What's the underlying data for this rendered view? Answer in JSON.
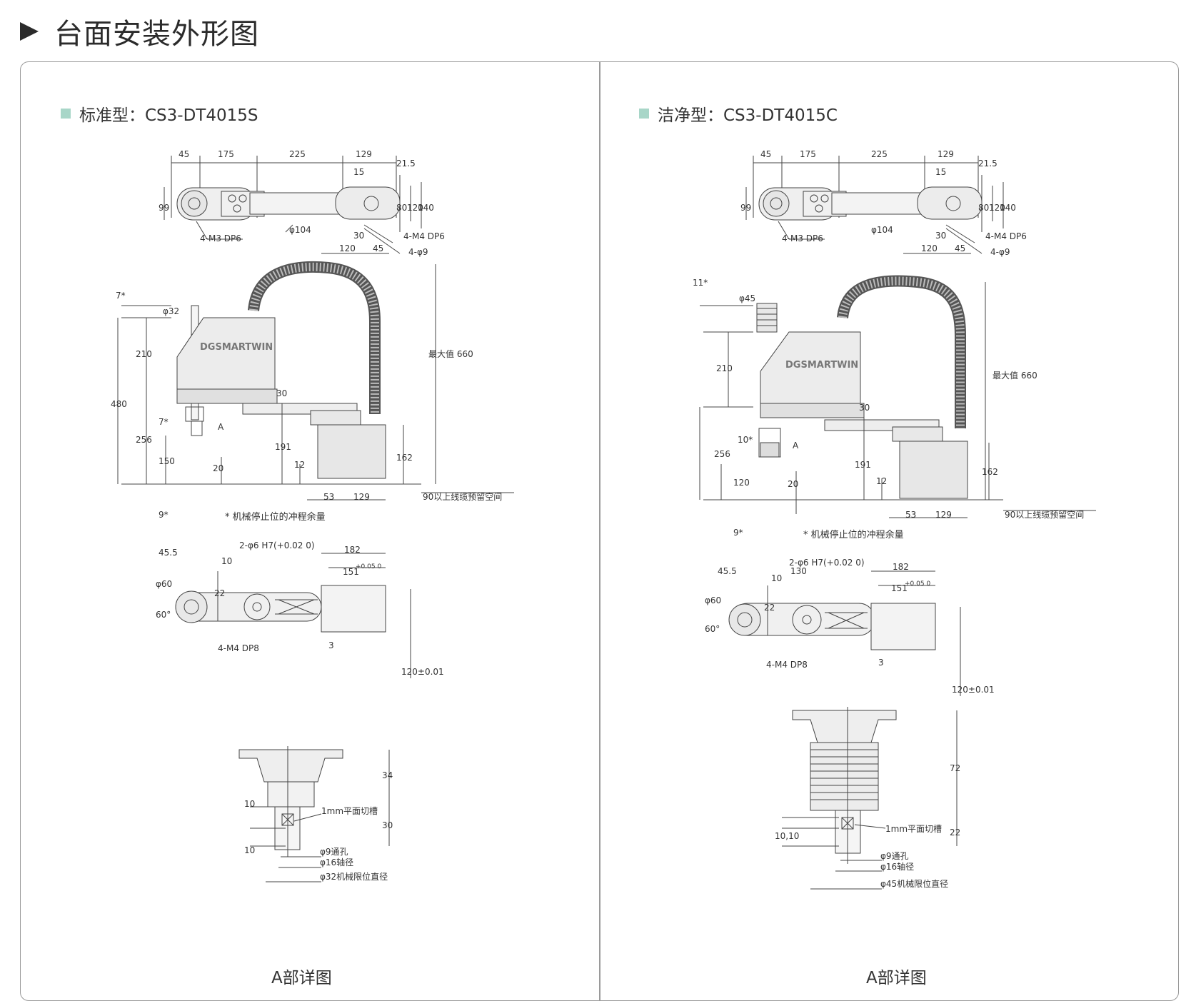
{
  "page": {
    "title": "台面安装外形图",
    "icons": {
      "header": "triangle-arrow-icon",
      "panel": "square-bullet-icon"
    },
    "accent_color": "#a8d6c8"
  },
  "left_panel": {
    "model_label": "标准型：CS3-DT4015S",
    "top_view": {
      "dims": [
        "45",
        "175",
        "225",
        "129",
        "21.5",
        "15",
        "99",
        "80",
        "120",
        "140",
        "φ104",
        "30",
        "4-M4 DP6",
        "120",
        "45",
        "4-φ9",
        "4-M3 DP6"
      ]
    },
    "side_view": {
      "brand": "DGSMARTWIN",
      "dims": [
        "7*",
        "φ32",
        "210",
        "480",
        "30",
        "最大值 660",
        "256",
        "7*",
        "A",
        "191",
        "150",
        "20",
        "12",
        "162",
        "53",
        "129",
        "90以上线缆预留空间",
        "9*"
      ],
      "note": "* 机械停止位的冲程余量"
    },
    "bottom_view": {
      "dims": [
        "45.5",
        "2-φ6 H7(+0.02 0)",
        "182",
        "10",
        "151",
        "+0.05 0",
        "φ60",
        "22",
        "60°",
        "4-M4 DP8",
        "3",
        "120±0.01"
      ]
    },
    "detail_a": {
      "dims": [
        "34",
        "10",
        "1mm平面切槽",
        "30",
        "10",
        "φ9通孔",
        "φ16轴径",
        "φ32机械限位直径"
      ],
      "caption": "A部详图"
    }
  },
  "right_panel": {
    "model_label": "洁净型：CS3-DT4015C",
    "top_view": {
      "dims": [
        "45",
        "175",
        "225",
        "129",
        "21.5",
        "15",
        "99",
        "80",
        "120",
        "140",
        "φ104",
        "30",
        "4-M4 DP6",
        "120",
        "45",
        "4-φ9",
        "4-M3 DP6"
      ]
    },
    "side_view": {
      "brand": "DGSMARTWIN",
      "dims": [
        "11*",
        "φ45",
        "210",
        "最大值 660",
        "30",
        "256",
        "10*",
        "A",
        "191",
        "120",
        "20",
        "12",
        "162",
        "53",
        "129",
        "90以上线缆预留空间",
        "9*"
      ],
      "note": "* 机械停止位的冲程余量"
    },
    "bottom_view": {
      "dims": [
        "45.5",
        "2-φ6 H7(+0.02 0)",
        "130",
        "182",
        "10",
        "151",
        "+0.05 0",
        "φ60",
        "22",
        "60°",
        "4-M4 DP8",
        "3",
        "120±0.01"
      ]
    },
    "detail_a": {
      "dims": [
        "72",
        "1mm平面切槽",
        "10,10",
        "22",
        "φ9通孔",
        "φ16轴径",
        "φ45机械限位直径"
      ],
      "caption": "A部详图"
    }
  }
}
